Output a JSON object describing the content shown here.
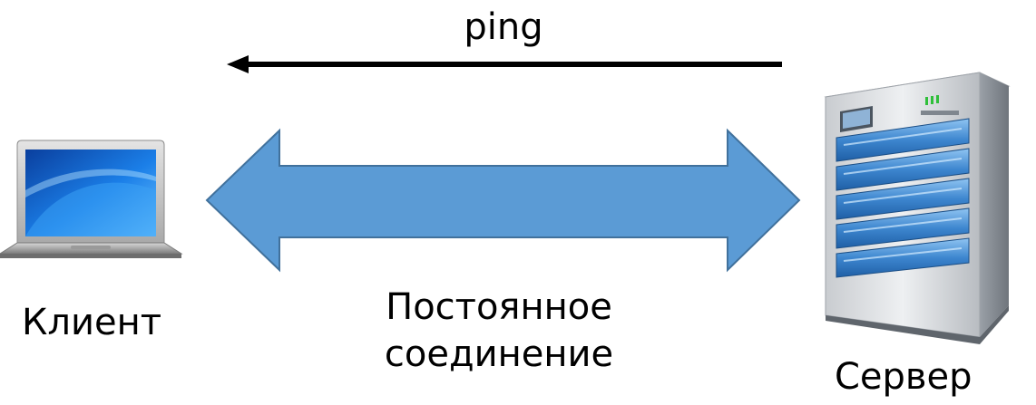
{
  "diagram": {
    "ping_label": "ping",
    "client_label": "Клиент",
    "connection_label": "Постоянное соединение",
    "server_label": "Сервер"
  },
  "colors": {
    "arrow_fill": "#5b9bd5",
    "arrow_stroke": "#41719c",
    "ping_arrow": "#000000"
  },
  "icons": {
    "client": "laptop-icon",
    "server": "server-tower-icon"
  }
}
